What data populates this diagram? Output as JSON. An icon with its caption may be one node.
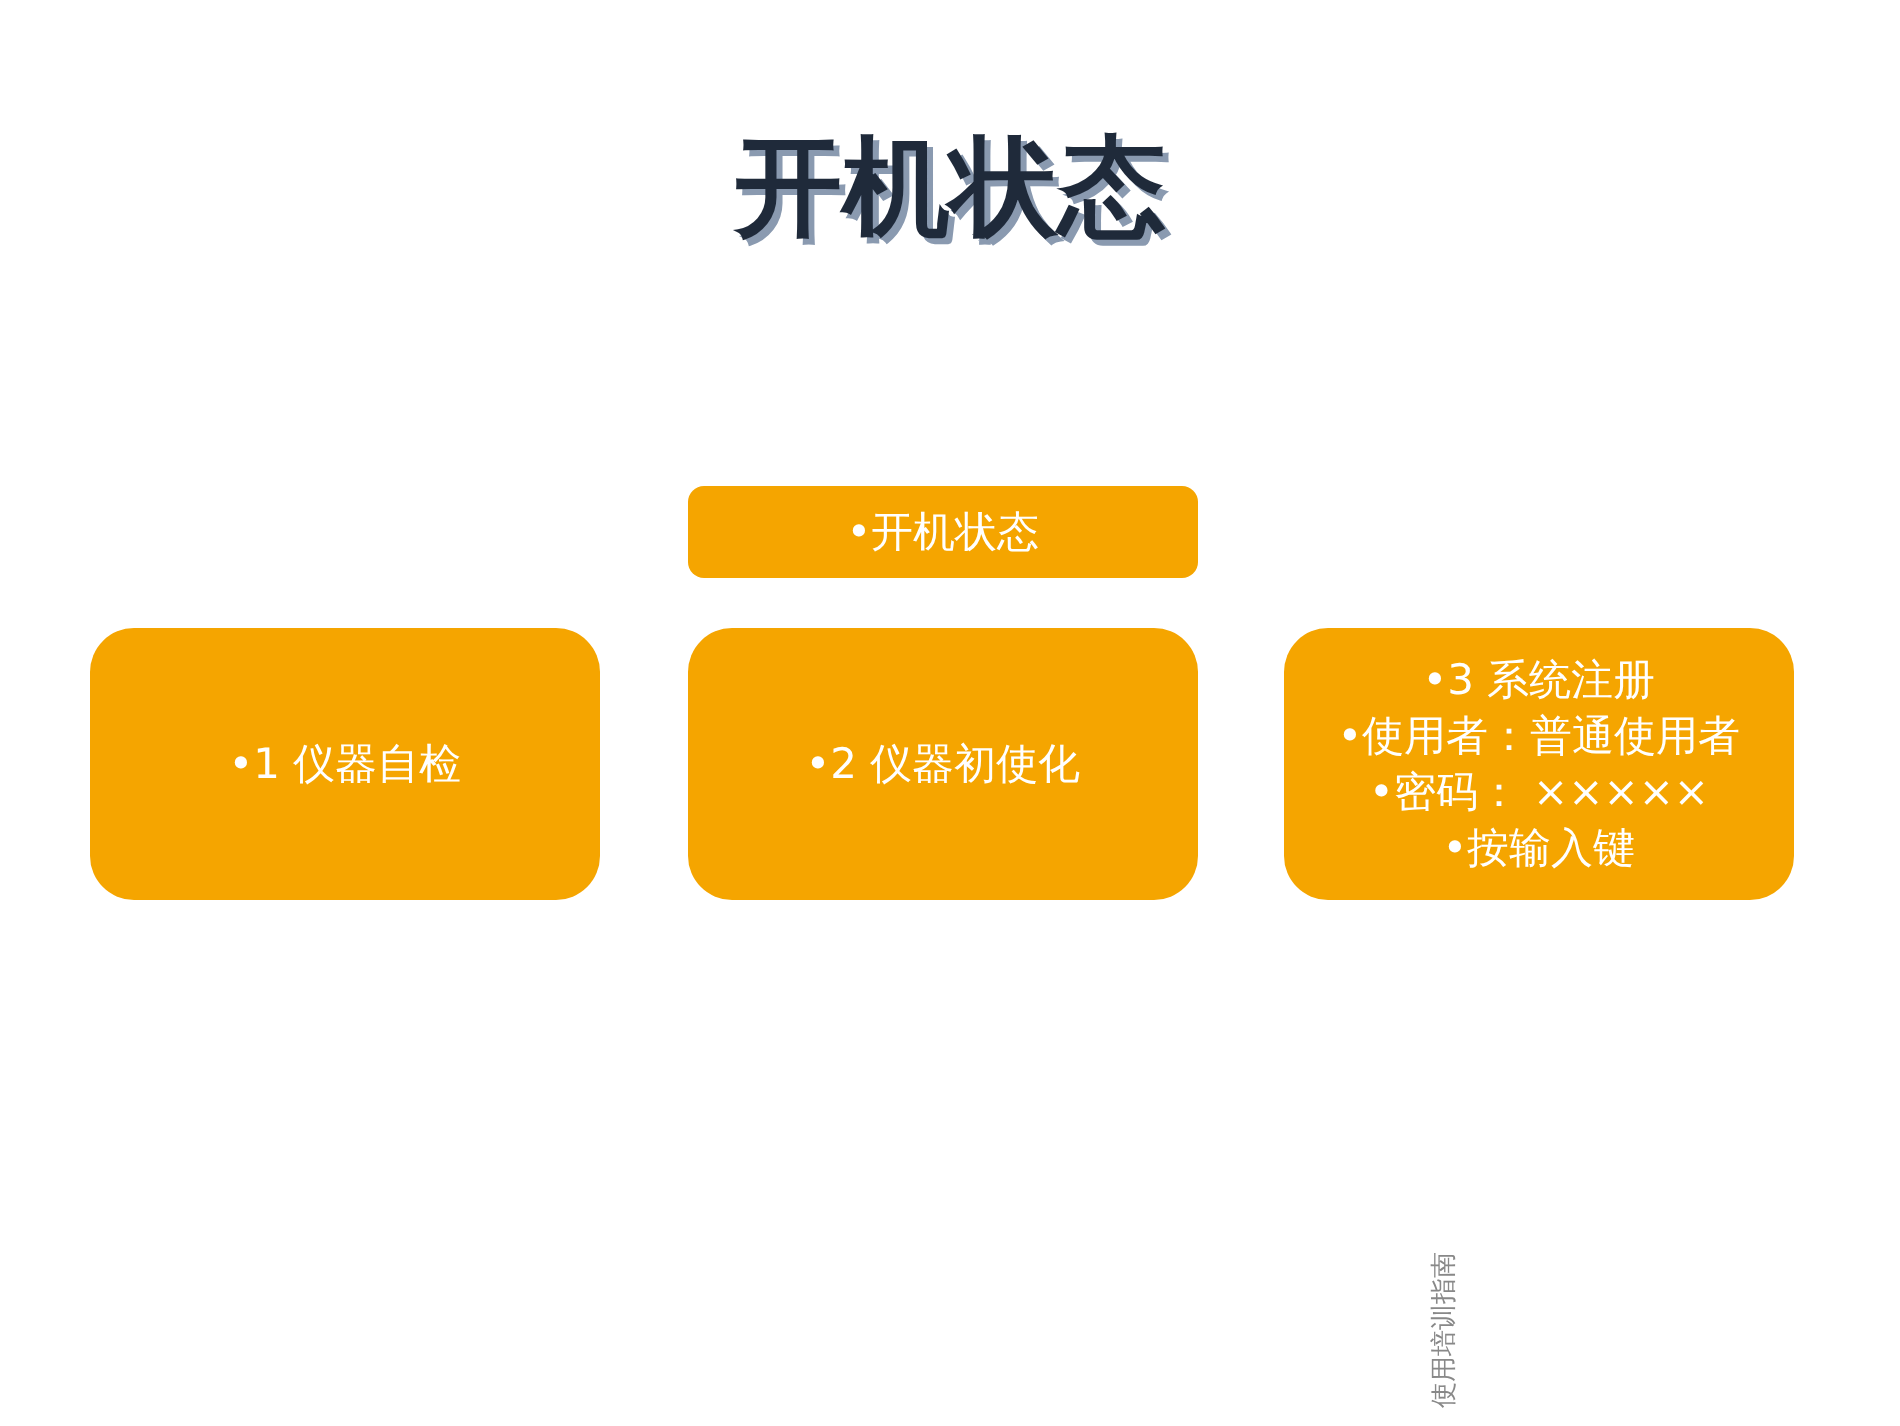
{
  "diagram": {
    "title": "开机状态",
    "nodes": [
      {
        "text": [
          "•开机状态"
        ]
      },
      {
        "text": [
          "•1 仪器自检"
        ]
      },
      {
        "text": [
          "•2 仪器初使化"
        ]
      },
      {
        "text": [
          "•3 系统注册",
          "•使用者：普通使用者",
          "•密码： ×××××",
          "•按输入键"
        ]
      }
    ],
    "labels": [
      "使用培训指南"
    ]
  }
}
